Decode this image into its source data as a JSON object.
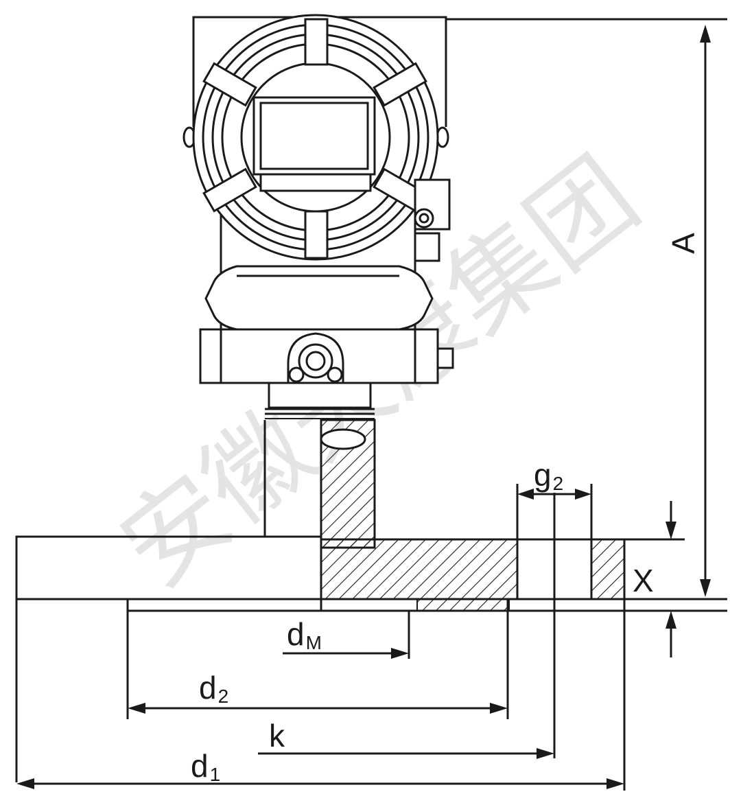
{
  "labels": {
    "A": "A",
    "X": "X",
    "g2_main": "g",
    "g2_sub": "2",
    "dM_main": "d",
    "dM_sub": "M",
    "d2_main": "d",
    "d2_sub": "2",
    "k": "k",
    "d1_main": "d",
    "d1_sub": "1"
  },
  "watermark": {
    "text": "安徽天康集团"
  },
  "colors": {
    "line": "#1a1a1a",
    "background": "#ffffff",
    "watermark": "#cfcfcf"
  }
}
